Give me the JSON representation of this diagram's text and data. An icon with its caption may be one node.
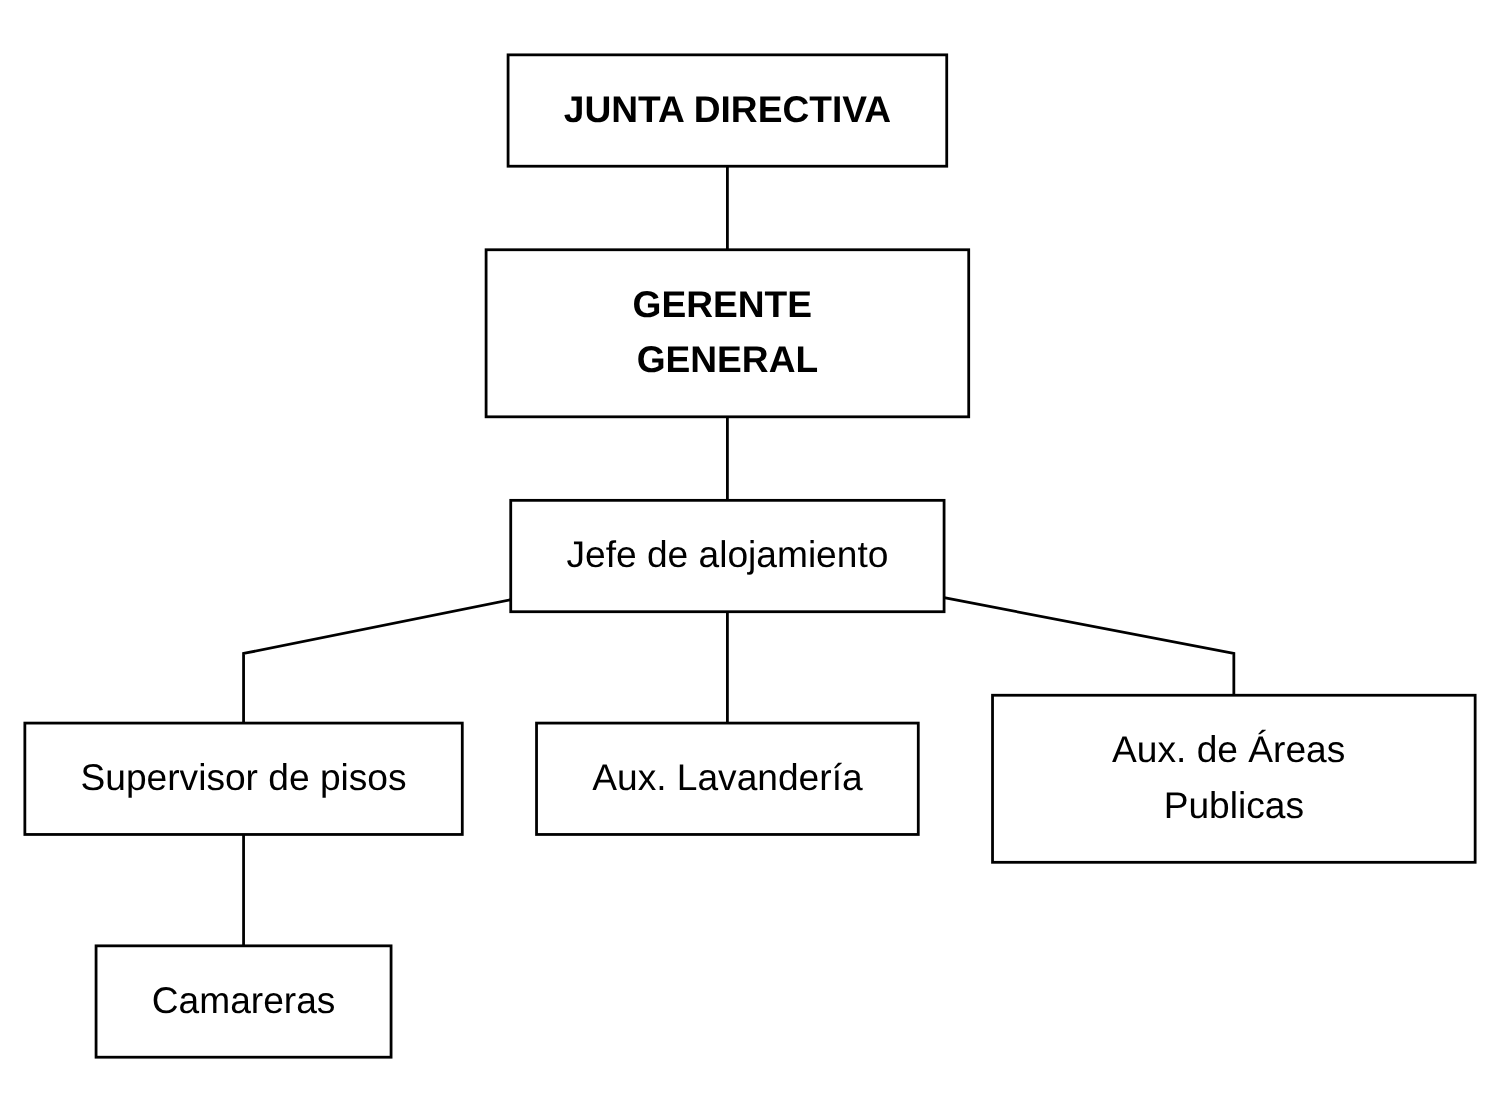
{
  "diagram": {
    "nodes": [
      {
        "text": [
          "JUNTA DIRECTIVA"
        ]
      },
      {
        "text": [
          "GERENTE GENERAL"
        ]
      },
      {
        "text": [
          "Jefe de alojamiento"
        ]
      },
      {
        "text": [
          "Supervisor de pisos"
        ]
      },
      {
        "text": [
          "Aux. Lavandería"
        ]
      },
      {
        "text": [
          "Camareras"
        ]
      },
      {
        "text": [
          "Aux. de Áreas Publicas"
        ]
      }
    ],
    "edges": [
      {
        "from": 0,
        "to": 1,
        "arrow": "none"
      },
      {
        "from": 1,
        "to": 2,
        "arrow": "none"
      },
      {
        "from": 2,
        "to": 4,
        "arrow": "none"
      },
      {
        "from": 2,
        "to": 3,
        "arrow": "none"
      },
      {
        "from": 2,
        "to": 6,
        "arrow": "none"
      },
      {
        "from": 3,
        "to": 5,
        "arrow": "none"
      }
    ]
  }
}
